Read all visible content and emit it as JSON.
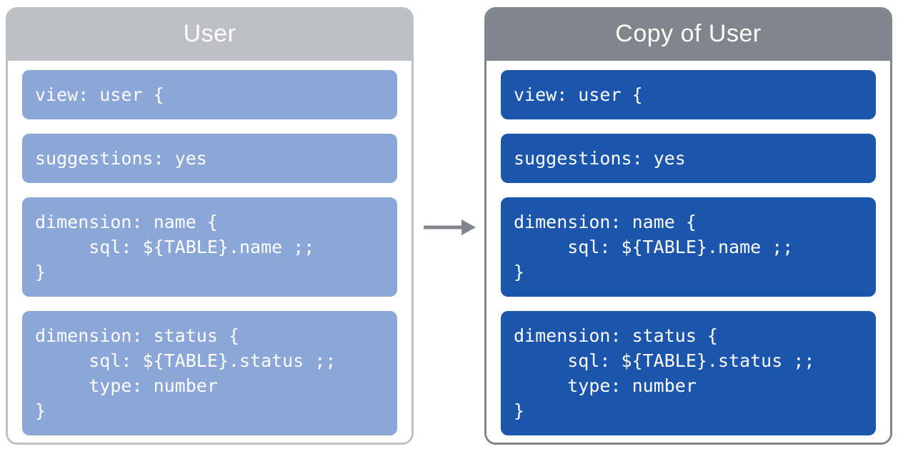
{
  "panels": {
    "left": {
      "title": "User",
      "blocks": [
        "view: user {",
        "suggestions: yes",
        "dimension: name {\n     sql: ${TABLE}.name ;;\n}",
        "dimension: status {\n     sql: ${TABLE}.status ;;\n     type: number\n}"
      ]
    },
    "right": {
      "title": "Copy of User",
      "blocks": [
        "view: user {",
        "suggestions: yes",
        "dimension: name {\n     sql: ${TABLE}.name ;;\n}",
        "dimension: status {\n     sql: ${TABLE}.status ;;\n     type: number\n}"
      ]
    }
  },
  "arrow": {
    "icon": "right-arrow-icon",
    "direction": "left-to-right"
  },
  "colors": {
    "left_header_gray": "#bdc1c6",
    "right_header_gray": "#80868b",
    "light_blue_block": "#8aa7d8",
    "dark_blue_block": "#1b55ac",
    "arrow_gray": "#80868b",
    "code_text": "#ffffff",
    "title_text": "#ffffff",
    "background": "#ffffff"
  }
}
